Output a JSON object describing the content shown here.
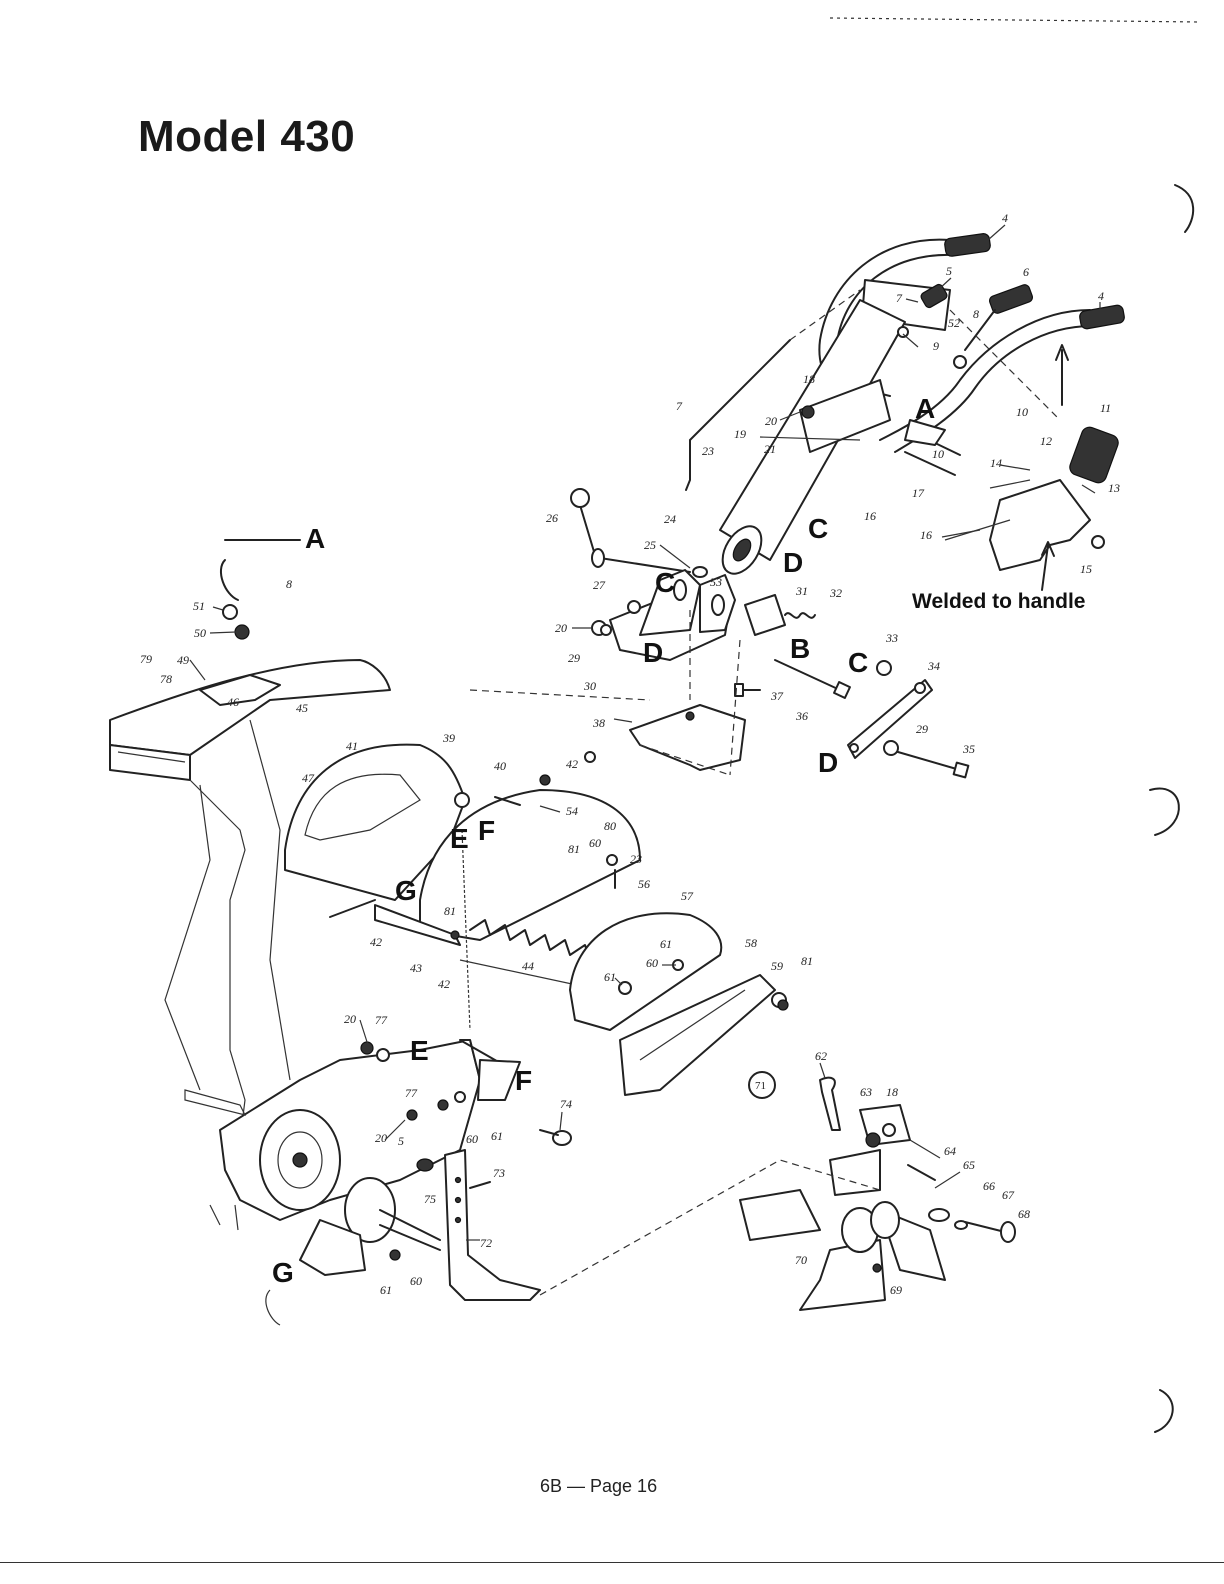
{
  "title": "Model 430",
  "note": "Welded to handle",
  "footer": "6B — Page 16",
  "circled_label": "71",
  "ref_letters": [
    {
      "id": "A-left",
      "text": "A"
    },
    {
      "id": "A-handle",
      "text": "A"
    },
    {
      "id": "B",
      "text": "B"
    },
    {
      "id": "C-tube",
      "text": "C"
    },
    {
      "id": "C-lever",
      "text": "C"
    },
    {
      "id": "C-right",
      "text": "C"
    },
    {
      "id": "D-tube",
      "text": "D"
    },
    {
      "id": "D-bracket",
      "text": "D"
    },
    {
      "id": "D-right",
      "text": "D"
    },
    {
      "id": "E-shield",
      "text": "E"
    },
    {
      "id": "E-housing",
      "text": "E"
    },
    {
      "id": "F-shield",
      "text": "F"
    },
    {
      "id": "F-housing",
      "text": "F"
    },
    {
      "id": "G-shield",
      "text": "G"
    },
    {
      "id": "G-tine",
      "text": "G"
    }
  ],
  "part_numbers": [
    "4",
    "5",
    "6",
    "7",
    "8",
    "9",
    "10",
    "11",
    "12",
    "13",
    "14",
    "15",
    "16",
    "17",
    "18",
    "19",
    "20",
    "21",
    "23",
    "24",
    "25",
    "26",
    "27",
    "29",
    "30",
    "31",
    "32",
    "33",
    "34",
    "35",
    "36",
    "37",
    "38",
    "39",
    "40",
    "41",
    "42",
    "43",
    "44",
    "45",
    "46",
    "47",
    "49",
    "50",
    "51",
    "52",
    "53",
    "54",
    "56",
    "57",
    "58",
    "59",
    "60",
    "61",
    "62",
    "63",
    "64",
    "65",
    "66",
    "67",
    "68",
    "69",
    "70",
    "72",
    "73",
    "74",
    "75",
    "77",
    "78",
    "79",
    "80",
    "81"
  ]
}
